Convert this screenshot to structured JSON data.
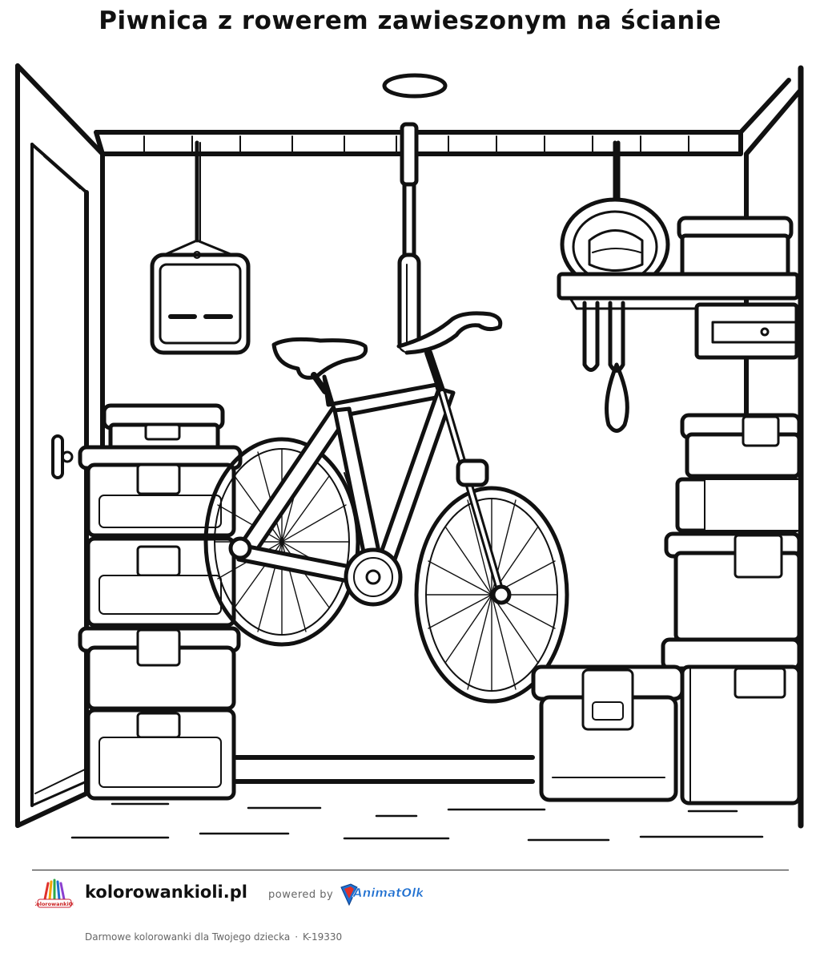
{
  "title": "Piwnica z rowerem zawieszonym na ścianie",
  "footer": {
    "site_name": "kolorowankioli.pl",
    "powered_by": "powered by",
    "partner_name": "AnimatOlka",
    "logo_text": "KolorowankiOli",
    "tagline": "Darmowe kolorowanki dla Twojego dziecka",
    "separator": "·",
    "code": "K-19330"
  },
  "artwork": {
    "description_icon": "cellar-bicycle-illustration"
  },
  "colors": {
    "ink": "#111111",
    "muted": "#666666",
    "partner_blue": "#1e6fd0",
    "partner_red": "#e0302a",
    "partner_yellow": "#f5c400"
  }
}
